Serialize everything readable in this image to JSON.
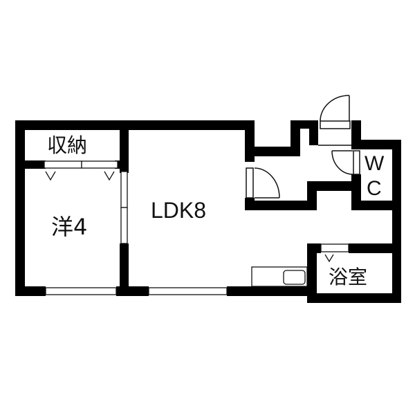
{
  "floor_plan": {
    "rooms": [
      {
        "id": "storage",
        "label": "収納",
        "type": "closet"
      },
      {
        "id": "western",
        "label": "洋4",
        "type": "western-style room",
        "size_jo": 4
      },
      {
        "id": "ldk",
        "label": "LDK8",
        "type": "living-dining-kitchen",
        "size_jo": 8
      },
      {
        "id": "wc",
        "label_line1": "W",
        "label_line2": "C",
        "type": "toilet"
      },
      {
        "id": "bath",
        "label": "浴室",
        "type": "bathroom"
      }
    ],
    "colors": {
      "wall": "#000000",
      "background": "#ffffff",
      "line": "#111111"
    },
    "features": [
      "entrance-door",
      "toilet-door",
      "hall-door",
      "bath-door",
      "closet-doors",
      "kitchen-counter",
      "sink",
      "windows"
    ]
  }
}
